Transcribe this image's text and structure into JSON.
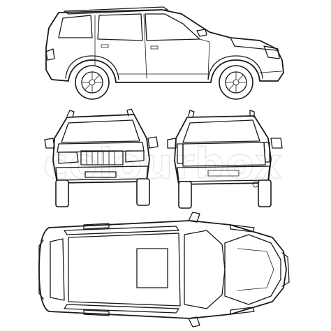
{
  "watermark": {
    "text": "colourbox"
  },
  "views": [
    {
      "name": "side-view",
      "label": ""
    },
    {
      "name": "front-view",
      "label": ""
    },
    {
      "name": "rear-view",
      "label": ""
    },
    {
      "name": "top-view",
      "label": ""
    }
  ]
}
